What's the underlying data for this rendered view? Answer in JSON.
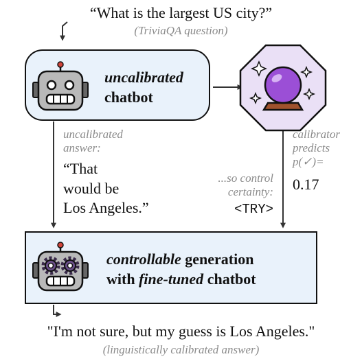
{
  "question": {
    "text": "“What is the largest US city?”",
    "source": "(TriviaQA question)"
  },
  "chatbot_box": {
    "line1_em": "uncalibrated",
    "line2": "chatbot"
  },
  "uncalibrated_answer": {
    "label_line1": "uncalibrated",
    "label_line2": "answer:",
    "text_line1": "“That",
    "text_line2": "would be",
    "text_line3": "Los Angeles.”"
  },
  "control": {
    "label_line1": "...so control",
    "label_line2": "certainty:",
    "token": "<TRY>"
  },
  "calibrator": {
    "line1": "calibrator",
    "line2": "predicts",
    "line3": "p(✓)=",
    "value": "0.17"
  },
  "generation_box": {
    "em1": "controllable",
    "text1": " generation",
    "text2": "with ",
    "em2": "fine-tuned",
    "text3": " chatbot"
  },
  "final_answer": {
    "text": "\"I'm not sure, but my guess is Los Angeles.\"",
    "caption": "(linguistically calibrated answer)"
  },
  "colors": {
    "box_fill": "#e9f2fb",
    "annotation_grey": "#8a8a8a",
    "crystal_bg": "#eae0f6",
    "crystal_ball": "#9b4fd6"
  }
}
